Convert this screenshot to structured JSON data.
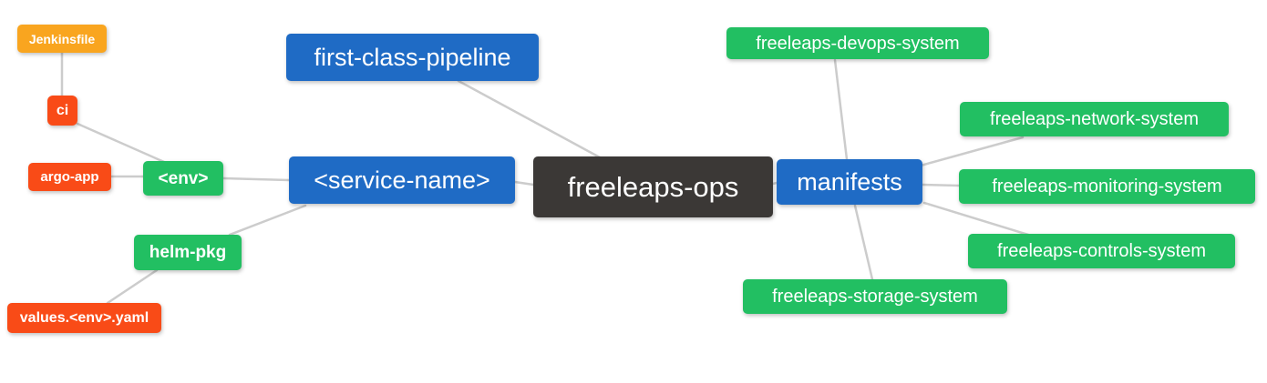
{
  "palette": {
    "blue": "#1f6bc5",
    "green": "#22bf62",
    "red": "#f94b17",
    "orange": "#f9a51f",
    "dark": "#3b3836",
    "edge": "#cccccc",
    "text": "#ffffff",
    "background": "#ffffff"
  },
  "mindmap": {
    "root_label": "freeleaps-ops",
    "nodes": {
      "jenkinsfile": {
        "label": "Jenkinsfile"
      },
      "ci": {
        "label": "ci"
      },
      "argo_app": {
        "label": "argo-app"
      },
      "env": {
        "label": "<env>"
      },
      "first_class_pipeline": {
        "label": "first-class-pipeline"
      },
      "service_name": {
        "label": "<service-name>"
      },
      "freeleaps_ops": {
        "label": "freeleaps-ops"
      },
      "manifests": {
        "label": "manifests"
      },
      "devops_system": {
        "label": "freeleaps-devops-system"
      },
      "network_system": {
        "label": "freeleaps-network-system"
      },
      "monitoring_system": {
        "label": "freeleaps-monitoring-system"
      },
      "controls_system": {
        "label": "freeleaps-controls-system"
      },
      "storage_system": {
        "label": "freeleaps-storage-system"
      },
      "helm_pkg": {
        "label": "helm-pkg"
      },
      "values_yaml": {
        "label": "values.<env>.yaml"
      }
    },
    "edges": [
      {
        "from": "Jenkinsfile",
        "to": "ci"
      },
      {
        "from": "ci",
        "to": "<env>"
      },
      {
        "from": "argo-app",
        "to": "<env>"
      },
      {
        "from": "<env>",
        "to": "<service-name>"
      },
      {
        "from": "<service-name>",
        "to": "helm-pkg"
      },
      {
        "from": "helm-pkg",
        "to": "values.<env>.yaml"
      },
      {
        "from": "<service-name>",
        "to": "freeleaps-ops"
      },
      {
        "from": "first-class-pipeline",
        "to": "freeleaps-ops"
      },
      {
        "from": "freeleaps-ops",
        "to": "manifests"
      },
      {
        "from": "manifests",
        "to": "freeleaps-devops-system"
      },
      {
        "from": "manifests",
        "to": "freeleaps-network-system"
      },
      {
        "from": "manifests",
        "to": "freeleaps-monitoring-system"
      },
      {
        "from": "manifests",
        "to": "freeleaps-controls-system"
      },
      {
        "from": "manifests",
        "to": "freeleaps-storage-system"
      }
    ]
  }
}
